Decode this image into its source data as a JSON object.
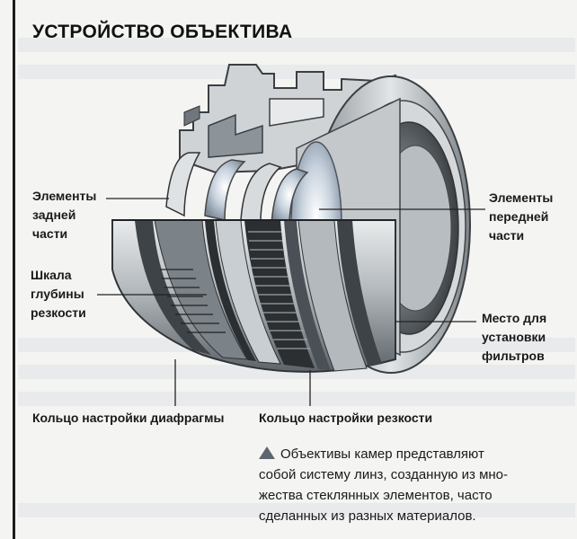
{
  "title": "УСТРОЙСТВО ОБЪЕКТИВА",
  "labels": {
    "rear_elements": [
      "Элементы",
      "задней",
      "части"
    ],
    "front_elements": [
      "Элементы",
      "передней",
      "части"
    ],
    "depth_scale": [
      "Шкала",
      "глубины",
      "резкости"
    ],
    "filter_mount": [
      "Место для",
      "установки",
      "фильтров"
    ],
    "aperture_ring": "Кольцо настройки диафрагмы",
    "focus_ring": "Кольцо настройки резкости"
  },
  "caption": {
    "lines": [
      "Объективы камер представляют",
      "собой систему линз, созданную из мно-",
      "жества стеклянных элементов, часто",
      "сделанных из разных материалов."
    ]
  },
  "colors": {
    "metal_light": "#c9cdd0",
    "metal_dark": "#3f4448",
    "ring_dark": "#5a6065",
    "grip": "#2b2f32",
    "glass": "#b9c6d6",
    "leader": "#222222"
  },
  "icons": {
    "bullet": "triangle-bullet-icon"
  }
}
